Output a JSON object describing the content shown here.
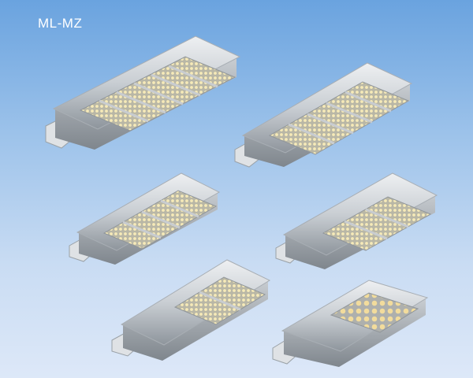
{
  "brand_label": "ML-MZ",
  "colors": {
    "background_top": "#6aa3df",
    "background_bottom": "#dde8f8",
    "housing": "#d4d8dc",
    "led_warm": "#f3e4a8"
  },
  "lamps": [
    {
      "name": "lamp-6-module",
      "modules": 6
    },
    {
      "name": "lamp-5-module",
      "modules": 5
    },
    {
      "name": "lamp-4-module",
      "modules": 4
    },
    {
      "name": "lamp-3-module-a",
      "modules": 3
    },
    {
      "name": "lamp-2-module",
      "modules": 2
    },
    {
      "name": "lamp-1-module",
      "modules": 1
    }
  ]
}
